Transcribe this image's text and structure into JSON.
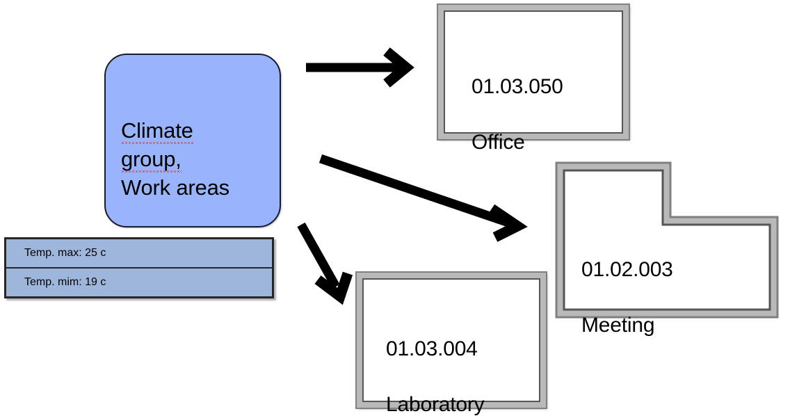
{
  "diagram": {
    "source_node": {
      "label_lines": [
        "Climate",
        "group,",
        "Work areas"
      ],
      "label_full": "Climate group, Work areas",
      "fill_color": "#9AB4FC",
      "border_color": "#1a1a2e",
      "misspelled_words": [
        "Climate",
        "group,"
      ]
    },
    "properties_table": {
      "rows": [
        {
          "label": "Temp. max: 25 c"
        },
        {
          "label": "Temp. mim: 19 c"
        }
      ],
      "fill_color": "#9FB6DB",
      "border_color": "#262626"
    },
    "rooms": [
      {
        "id": "office",
        "code": "01.03.050",
        "name": "Office",
        "shape": "rectangle",
        "wall_color": "#B9B9B9",
        "fill_color": "#ffffff"
      },
      {
        "id": "meeting",
        "code": "01.02.003",
        "name": "Meeting",
        "shape": "l-shape",
        "wall_color": "#B9B9B9",
        "fill_color": "#ffffff"
      },
      {
        "id": "laboratory",
        "code": "01.03.004",
        "name": "Laboratory",
        "shape": "rectangle",
        "wall_color": "#B9B9B9",
        "fill_color": "#ffffff"
      }
    ],
    "connectors": [
      {
        "id": "to-office",
        "from": "climate-group",
        "to": "office",
        "direction": "right",
        "color": "#000000"
      },
      {
        "id": "to-meeting",
        "from": "climate-group",
        "to": "meeting",
        "direction": "down-right",
        "color": "#000000"
      },
      {
        "id": "to-laboratory",
        "from": "climate-group",
        "to": "laboratory",
        "direction": "down",
        "color": "#000000"
      }
    ]
  }
}
